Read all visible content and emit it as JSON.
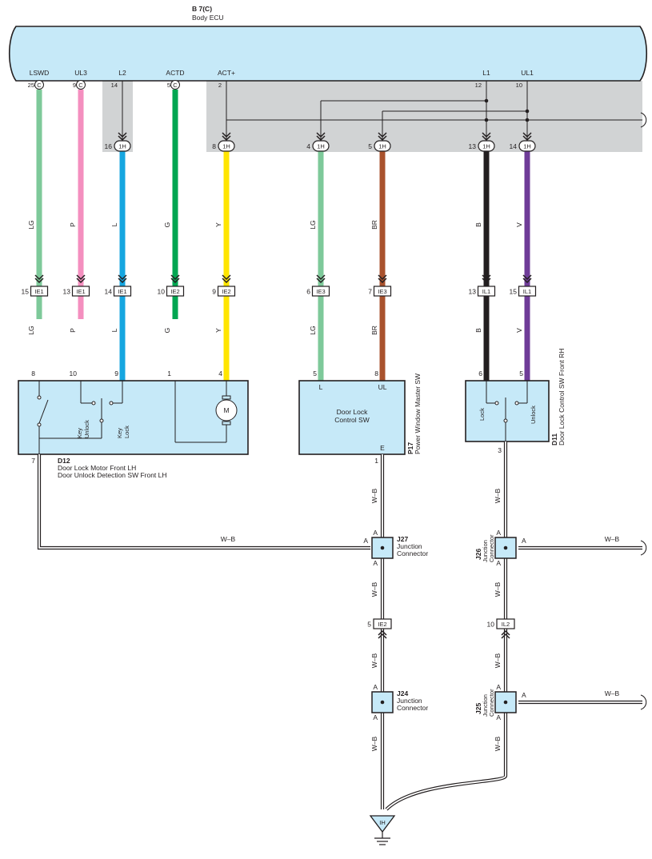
{
  "colors": {
    "ecu_fill": "#c6e9f8",
    "shade": "#d1d3d4",
    "LG": "#7ec99a",
    "P": "#f48fbf",
    "L": "#16a6e0",
    "G": "#00a651",
    "Y": "#ffe500",
    "BR": "#a9522d",
    "B": "#231f20",
    "V": "#6f3c98"
  },
  "ecu": {
    "ref": "B 7(C)",
    "name": "Body ECU",
    "terminals": [
      {
        "label": "LSWD",
        "pin": "25",
        "connector": "C"
      },
      {
        "label": "UL3",
        "pin": "9",
        "connector": "C"
      },
      {
        "label": "L2",
        "pin": "14",
        "connector": ""
      },
      {
        "label": "ACTD",
        "pin": "5",
        "connector": "C"
      },
      {
        "label": "ACT+",
        "pin": "2",
        "connector": ""
      },
      {
        "label": "L1",
        "pin": "12",
        "connector": ""
      },
      {
        "label": "UL1",
        "pin": "10",
        "connector": ""
      }
    ]
  },
  "wires": [
    {
      "color": "LG",
      "j1h": "",
      "ie": {
        "pin": "15",
        "name": "IE1"
      },
      "comp_pin": "8"
    },
    {
      "color": "P",
      "j1h": "",
      "ie": {
        "pin": "13",
        "name": "IE1"
      },
      "comp_pin": "10"
    },
    {
      "color": "L",
      "j1h": {
        "pin": "16",
        "name": "1H"
      },
      "ie": {
        "pin": "14",
        "name": "IE1"
      },
      "comp_pin": "9"
    },
    {
      "color": "G",
      "j1h": "",
      "ie": {
        "pin": "10",
        "name": "IE2"
      },
      "comp_pin": "1"
    },
    {
      "color": "Y",
      "j1h": {
        "pin": "8",
        "name": "1H"
      },
      "ie": {
        "pin": "9",
        "name": "IE2"
      },
      "comp_pin": "4"
    },
    {
      "color": "LG",
      "j1h": {
        "pin": "4",
        "name": "1H"
      },
      "ie": {
        "pin": "6",
        "name": "IE3"
      },
      "comp_pin": "5"
    },
    {
      "color": "BR",
      "j1h": {
        "pin": "5",
        "name": "1H"
      },
      "ie": {
        "pin": "7",
        "name": "IE3"
      },
      "comp_pin": "8"
    },
    {
      "color": "B",
      "j1h": {
        "pin": "13",
        "name": "1H"
      },
      "ie": {
        "pin": "13",
        "name": "IL1"
      },
      "comp_pin": "6"
    },
    {
      "color": "V",
      "j1h": {
        "pin": "14",
        "name": "1H"
      },
      "ie": {
        "pin": "15",
        "name": "IL1"
      },
      "comp_pin": "5"
    }
  ],
  "d12": {
    "ref": "D12",
    "line1": "Door Lock Motor Front LH",
    "line2": "Door Unlock Detection SW Front LH",
    "ground_pin": "7",
    "key_unlock": [
      "Key",
      "Unlock"
    ],
    "key_lock": [
      "Key",
      "Lock"
    ],
    "motor": "M"
  },
  "p17": {
    "ref": "P17",
    "name": "Power Window Master SW",
    "inner": [
      "Door Lock",
      "Control SW"
    ],
    "term_l": "L",
    "term_ul": "UL",
    "term_e": "E",
    "ground_pin": "1"
  },
  "d11": {
    "ref": "D11",
    "name": "Door Lock Control SW Front RH",
    "lock": "Lock",
    "unlock": "Unlock",
    "ground_pin": "3"
  },
  "junctions": {
    "j27": {
      "ref": "J27",
      "name": [
        "Junction",
        "Connector"
      ],
      "pin": "A"
    },
    "j26": {
      "ref": "J26",
      "name": [
        "Junction",
        "Connector"
      ],
      "pin": "A"
    },
    "j24": {
      "ref": "J24",
      "name": [
        "Junction",
        "Connector"
      ],
      "pin": "A"
    },
    "j25": {
      "ref": "J25",
      "name": [
        "Junction",
        "Connector"
      ],
      "pin": "A"
    }
  },
  "ground_wires": {
    "wb": "W–B",
    "ie2": {
      "pin": "5",
      "name": "IE2"
    },
    "il2": {
      "pin": "10",
      "name": "IL2"
    },
    "ground": "IH"
  }
}
